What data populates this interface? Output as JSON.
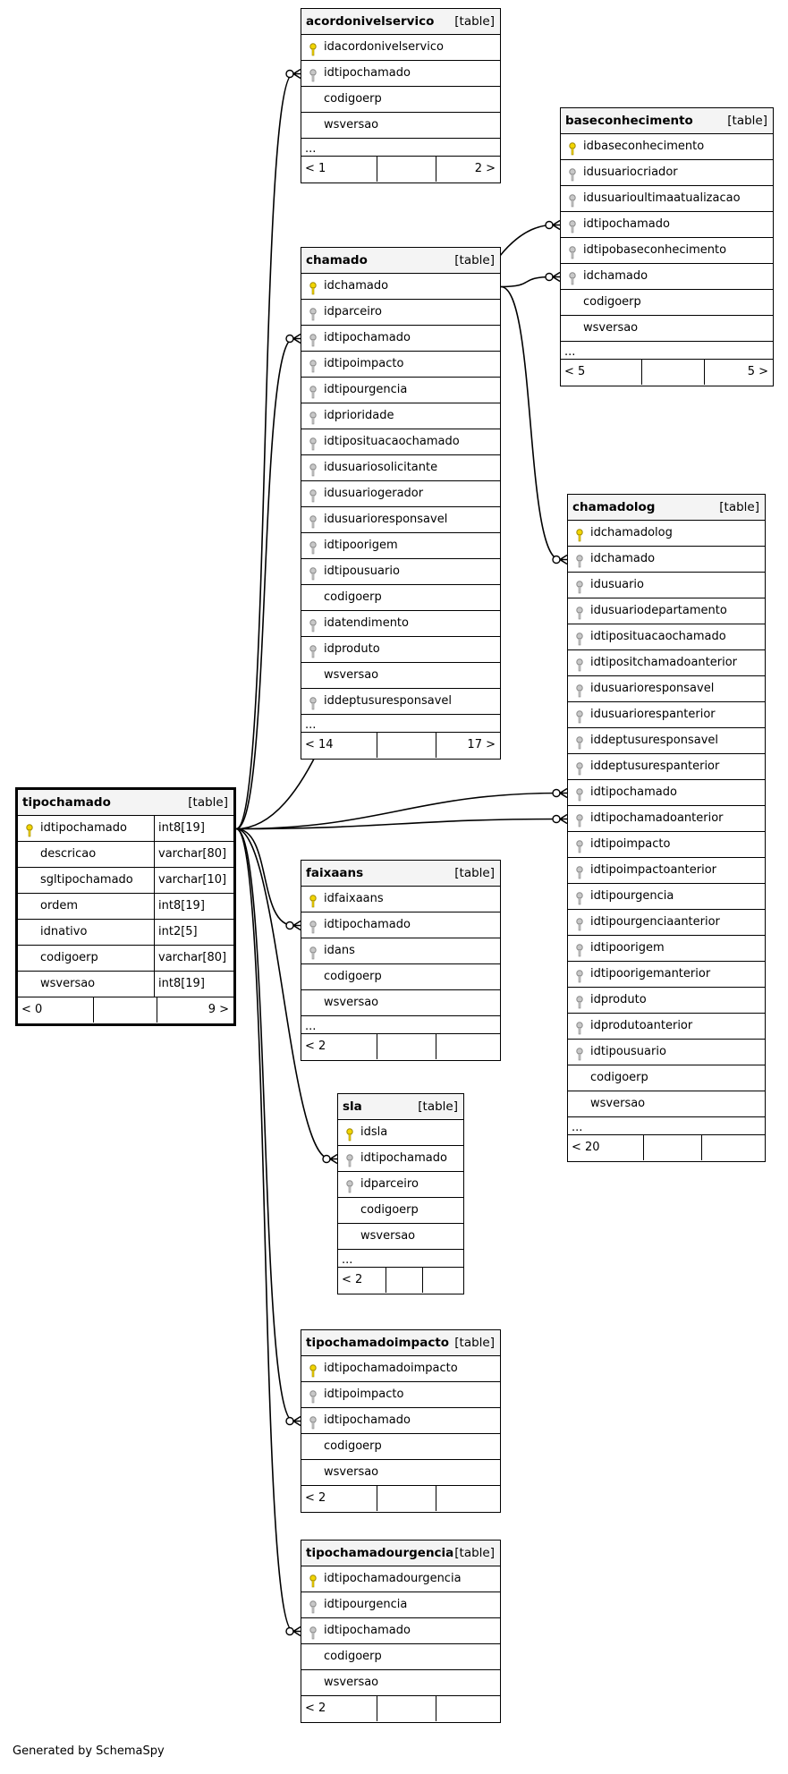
{
  "footer": "Generated by SchemaSpy",
  "tables": [
    {
      "id": "acordonivelservico",
      "name": "acordonivelservico",
      "type": "[table]",
      "focus": false,
      "columns": [
        {
          "name": "idacordonivelservico",
          "key": "pk"
        },
        {
          "name": "idtipochamado",
          "key": "fk"
        },
        {
          "name": "codigoerp",
          "key": ""
        },
        {
          "name": "wsversao",
          "key": ""
        }
      ],
      "more": "...",
      "footer": {
        "left": "< 1",
        "right": "2 >"
      }
    },
    {
      "id": "baseconhecimento",
      "name": "baseconhecimento",
      "type": "[table]",
      "focus": false,
      "columns": [
        {
          "name": "idbaseconhecimento",
          "key": "pk"
        },
        {
          "name": "idusuariocriador",
          "key": "fk"
        },
        {
          "name": "idusuarioultimaatualizacao",
          "key": "fk"
        },
        {
          "name": "idtipochamado",
          "key": "fk"
        },
        {
          "name": "idtipobaseconhecimento",
          "key": "fk"
        },
        {
          "name": "idchamado",
          "key": "fk"
        },
        {
          "name": "codigoerp",
          "key": ""
        },
        {
          "name": "wsversao",
          "key": ""
        }
      ],
      "more": "...",
      "footer": {
        "left": "< 5",
        "right": "5 >"
      }
    },
    {
      "id": "chamado",
      "name": "chamado",
      "type": "[table]",
      "focus": false,
      "columns": [
        {
          "name": "idchamado",
          "key": "pk"
        },
        {
          "name": "idparceiro",
          "key": "fk"
        },
        {
          "name": "idtipochamado",
          "key": "fk"
        },
        {
          "name": "idtipoimpacto",
          "key": "fk"
        },
        {
          "name": "idtipourgencia",
          "key": "fk"
        },
        {
          "name": "idprioridade",
          "key": "fk"
        },
        {
          "name": "idtiposituacaochamado",
          "key": "fk"
        },
        {
          "name": "idusuariosolicitante",
          "key": "fk"
        },
        {
          "name": "idusuariogerador",
          "key": "fk"
        },
        {
          "name": "idusuarioresponsavel",
          "key": "fk"
        },
        {
          "name": "idtipoorigem",
          "key": "fk"
        },
        {
          "name": "idtipousuario",
          "key": "fk"
        },
        {
          "name": "codigoerp",
          "key": ""
        },
        {
          "name": "idatendimento",
          "key": "fk"
        },
        {
          "name": "idproduto",
          "key": "fk"
        },
        {
          "name": "wsversao",
          "key": ""
        },
        {
          "name": "iddeptusuresponsavel",
          "key": "fk"
        }
      ],
      "more": "...",
      "footer": {
        "left": "< 14",
        "right": "17 >"
      }
    },
    {
      "id": "chamadolog",
      "name": "chamadolog",
      "type": "[table]",
      "focus": false,
      "columns": [
        {
          "name": "idchamadolog",
          "key": "pk"
        },
        {
          "name": "idchamado",
          "key": "fk"
        },
        {
          "name": "idusuario",
          "key": "fk"
        },
        {
          "name": "idusuariodepartamento",
          "key": "fk"
        },
        {
          "name": "idtiposituacaochamado",
          "key": "fk"
        },
        {
          "name": "idtipositchamadoanterior",
          "key": "fk"
        },
        {
          "name": "idusuarioresponsavel",
          "key": "fk"
        },
        {
          "name": "idusuariorespanterior",
          "key": "fk"
        },
        {
          "name": "iddeptusuresponsavel",
          "key": "fk"
        },
        {
          "name": "iddeptusurespanterior",
          "key": "fk"
        },
        {
          "name": "idtipochamado",
          "key": "fk"
        },
        {
          "name": "idtipochamadoanterior",
          "key": "fk"
        },
        {
          "name": "idtipoimpacto",
          "key": "fk"
        },
        {
          "name": "idtipoimpactoanterior",
          "key": "fk"
        },
        {
          "name": "idtipourgencia",
          "key": "fk"
        },
        {
          "name": "idtipourgenciaanterior",
          "key": "fk"
        },
        {
          "name": "idtipoorigem",
          "key": "fk"
        },
        {
          "name": "idtipoorigemanterior",
          "key": "fk"
        },
        {
          "name": "idproduto",
          "key": "fk"
        },
        {
          "name": "idprodutoanterior",
          "key": "fk"
        },
        {
          "name": "idtipousuario",
          "key": "fk"
        },
        {
          "name": "codigoerp",
          "key": ""
        },
        {
          "name": "wsversao",
          "key": ""
        }
      ],
      "more": "...",
      "footer": {
        "left": "< 20",
        "right": ""
      }
    },
    {
      "id": "tipochamado",
      "name": "tipochamado",
      "type": "[table]",
      "focus": true,
      "columns": [
        {
          "name": "idtipochamado",
          "key": "pk",
          "dtype": "int8[19]"
        },
        {
          "name": "descricao",
          "key": "",
          "dtype": "varchar[80]"
        },
        {
          "name": "sgltipochamado",
          "key": "",
          "dtype": "varchar[10]"
        },
        {
          "name": "ordem",
          "key": "",
          "dtype": "int8[19]"
        },
        {
          "name": "idnativo",
          "key": "",
          "dtype": "int2[5]"
        },
        {
          "name": "codigoerp",
          "key": "",
          "dtype": "varchar[80]"
        },
        {
          "name": "wsversao",
          "key": "",
          "dtype": "int8[19]"
        }
      ],
      "more": "",
      "footer": {
        "left": "< 0",
        "right": "9 >"
      }
    },
    {
      "id": "faixaans",
      "name": "faixaans",
      "type": "[table]",
      "focus": false,
      "columns": [
        {
          "name": "idfaixaans",
          "key": "pk"
        },
        {
          "name": "idtipochamado",
          "key": "fk"
        },
        {
          "name": "idans",
          "key": "fk"
        },
        {
          "name": "codigoerp",
          "key": ""
        },
        {
          "name": "wsversao",
          "key": ""
        }
      ],
      "more": "...",
      "footer": {
        "left": "< 2",
        "right": ""
      }
    },
    {
      "id": "sla",
      "name": "sla",
      "type": "[table]",
      "focus": false,
      "columns": [
        {
          "name": "idsla",
          "key": "pk"
        },
        {
          "name": "idtipochamado",
          "key": "fk"
        },
        {
          "name": "idparceiro",
          "key": "fk"
        },
        {
          "name": "codigoerp",
          "key": ""
        },
        {
          "name": "wsversao",
          "key": ""
        }
      ],
      "more": "...",
      "footer": {
        "left": "< 2",
        "right": ""
      }
    },
    {
      "id": "tipochamadoimpacto",
      "name": "tipochamadoimpacto",
      "type": "[table]",
      "focus": false,
      "columns": [
        {
          "name": "idtipochamadoimpacto",
          "key": "pk"
        },
        {
          "name": "idtipoimpacto",
          "key": "fk"
        },
        {
          "name": "idtipochamado",
          "key": "fk"
        },
        {
          "name": "codigoerp",
          "key": ""
        },
        {
          "name": "wsversao",
          "key": ""
        }
      ],
      "more": "",
      "footer": {
        "left": "< 2",
        "right": ""
      }
    },
    {
      "id": "tipochamadourgencia",
      "name": "tipochamadourgencia",
      "type": "[table]",
      "focus": false,
      "columns": [
        {
          "name": "idtipochamadourgencia",
          "key": "pk"
        },
        {
          "name": "idtipourgencia",
          "key": "fk"
        },
        {
          "name": "idtipochamado",
          "key": "fk"
        },
        {
          "name": "codigoerp",
          "key": ""
        },
        {
          "name": "wsversao",
          "key": ""
        }
      ],
      "more": "",
      "footer": {
        "left": "< 2",
        "right": ""
      }
    }
  ],
  "relations": [
    {
      "from": "tipochamado",
      "to": "acordonivelservico",
      "column": "idtipochamado"
    },
    {
      "from": "tipochamado",
      "to": "baseconhecimento",
      "column": "idtipochamado"
    },
    {
      "from": "tipochamado",
      "to": "chamado",
      "column": "idtipochamado"
    },
    {
      "from": "chamado",
      "to": "baseconhecimento",
      "column": "idchamado"
    },
    {
      "from": "chamado",
      "to": "chamadolog",
      "column": "idchamado"
    },
    {
      "from": "tipochamado",
      "to": "chamadolog",
      "column": "idtipochamado"
    },
    {
      "from": "tipochamado",
      "to": "chamadolog",
      "column": "idtipochamadoanterior"
    },
    {
      "from": "tipochamado",
      "to": "faixaans",
      "column": "idtipochamado"
    },
    {
      "from": "tipochamado",
      "to": "sla",
      "column": "idtipochamado"
    },
    {
      "from": "tipochamado",
      "to": "tipochamadoimpacto",
      "column": "idtipochamado"
    },
    {
      "from": "tipochamado",
      "to": "tipochamadourgencia",
      "column": "idtipochamado"
    }
  ]
}
